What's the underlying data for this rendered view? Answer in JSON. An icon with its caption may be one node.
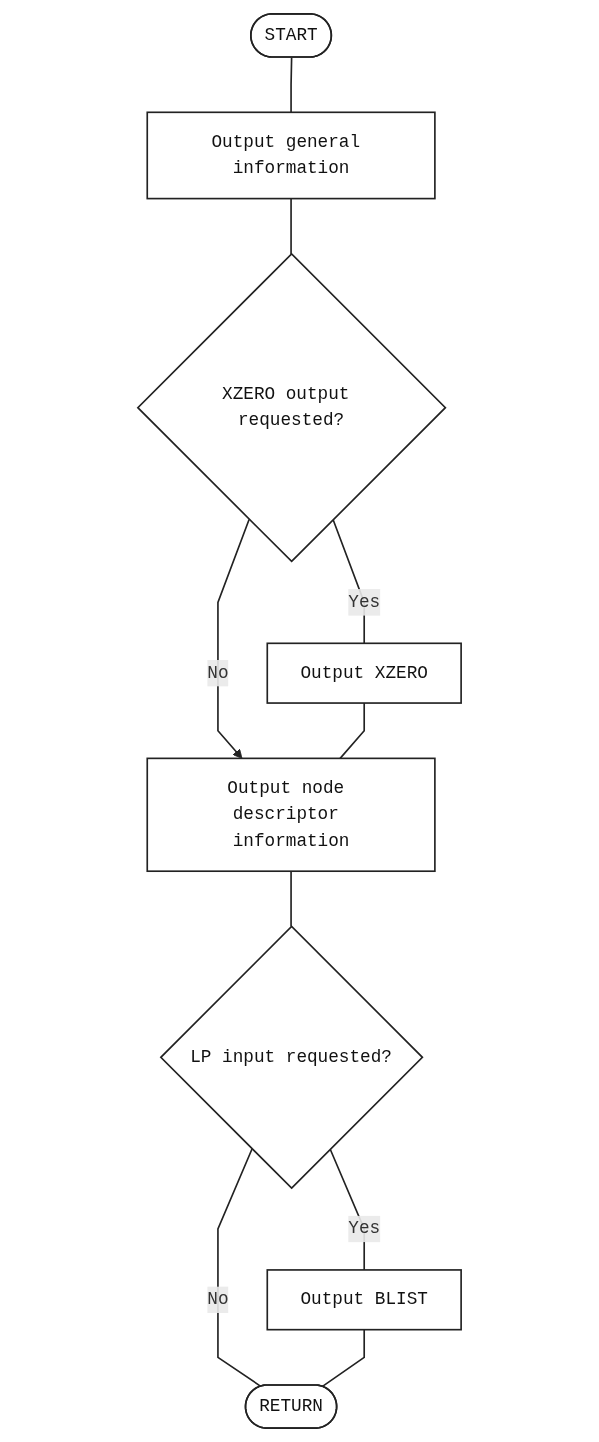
{
  "diagram": {
    "nodes": [
      {
        "text": [
          "START"
        ]
      },
      {
        "text": [
          "Output general information"
        ]
      },
      {
        "text": [
          "XZERO output requested?"
        ]
      },
      {
        "text": [
          "Output XZERO"
        ]
      },
      {
        "text": [
          "Output node descriptor information"
        ]
      },
      {
        "text": [
          "LP input requested?"
        ]
      },
      {
        "text": [
          "Output BLIST"
        ]
      },
      {
        "text": [
          "RETURN"
        ]
      }
    ],
    "edges": [
      {
        "from": 0,
        "to": 1,
        "arrow": "none"
      },
      {
        "from": 1,
        "to": 2,
        "arrow": "none"
      },
      {
        "from": 2,
        "to": 3,
        "label": "Yes",
        "arrow": "none"
      },
      {
        "from": 2,
        "to": 4,
        "label": "No",
        "arrow": "to"
      },
      {
        "from": 3,
        "to": 4,
        "arrow": "none"
      },
      {
        "from": 4,
        "to": 5,
        "arrow": "none"
      },
      {
        "from": 5,
        "to": 6,
        "label": "Yes",
        "arrow": "none"
      },
      {
        "from": 5,
        "to": 7,
        "label": "No",
        "arrow": "none"
      },
      {
        "from": 6,
        "to": 7,
        "arrow": "none"
      }
    ]
  }
}
